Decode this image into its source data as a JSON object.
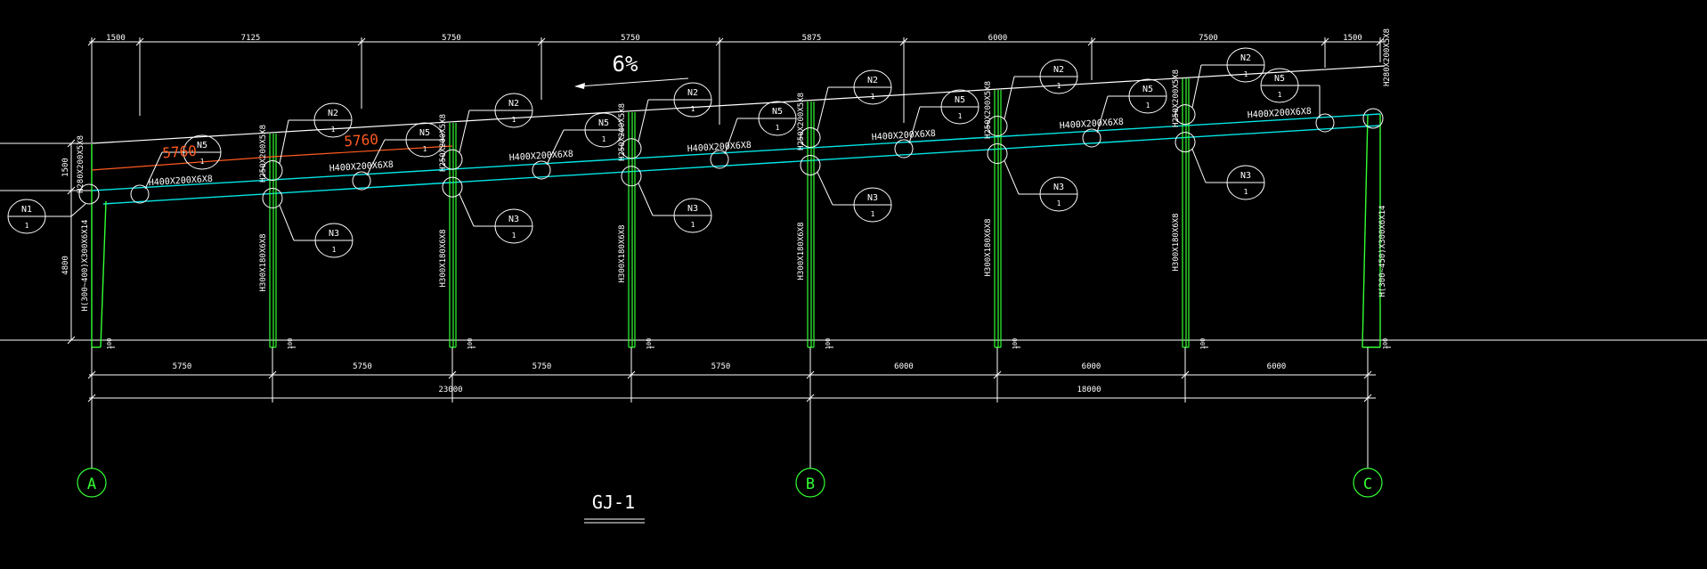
{
  "drawing": {
    "title": "GJ-1",
    "slope": "6%",
    "colors": {
      "background": "#000000",
      "lines": "#ffffff",
      "beam": "#00e5e5",
      "column": "#33ff33",
      "axis": "#33ff33",
      "dimension_red": "#ff5a1f"
    },
    "top_dims": [
      "1500",
      "7125",
      "5750",
      "5750",
      "5875",
      "6000",
      "7500",
      "1500"
    ],
    "bottom_dims": [
      "5750",
      "5750",
      "5750",
      "5750",
      "6000",
      "6000",
      "6000"
    ],
    "total_dims": [
      "23000",
      "18000"
    ],
    "left_dims": [
      "1500",
      "4800"
    ],
    "axes": [
      "A",
      "B",
      "C"
    ],
    "red_dims": [
      "5760",
      "5760"
    ],
    "beams": [
      "H400X200X6X8",
      "H400X200X6X8",
      "H400X200X6X8",
      "H400X200X6X8",
      "H400X200X6X8",
      "H400X200X6X8",
      "H400X200X6X8",
      "H400X200X6X8"
    ],
    "columns": [
      "H(300~400)X300X6X14",
      "H300X180X6X8",
      "H300X180X6X8",
      "H300X180X6X8",
      "H300X180X6X8",
      "H300X180X6X8",
      "H300X180X6X8",
      "H(300~450)X300X6X14"
    ],
    "column_heads": [
      "H280X200X5X8",
      "H250X200X5X8",
      "H250X200X5X8",
      "H250X200X5X8",
      "H250X200X5X8",
      "H250X200X5X8",
      "H250X200X5X8",
      "H280X200X5X8"
    ],
    "base_marks": [
      "100",
      "100",
      "100",
      "100",
      "100",
      "100",
      "100",
      "100"
    ],
    "nodes": {
      "n1": {
        "top": "N1",
        "bottom": "1"
      },
      "n2": {
        "top": "N2",
        "bottom": "1"
      },
      "n3": {
        "top": "N3",
        "bottom": "1"
      },
      "n5": {
        "top": "N5",
        "bottom": "1"
      }
    }
  }
}
